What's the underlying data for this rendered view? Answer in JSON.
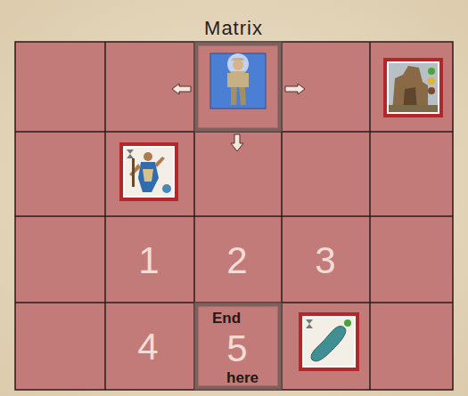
{
  "diagram": {
    "title": "Matrix",
    "labels": [
      "1",
      "2",
      "3",
      "4",
      "End",
      "5",
      "here"
    ]
  }
}
